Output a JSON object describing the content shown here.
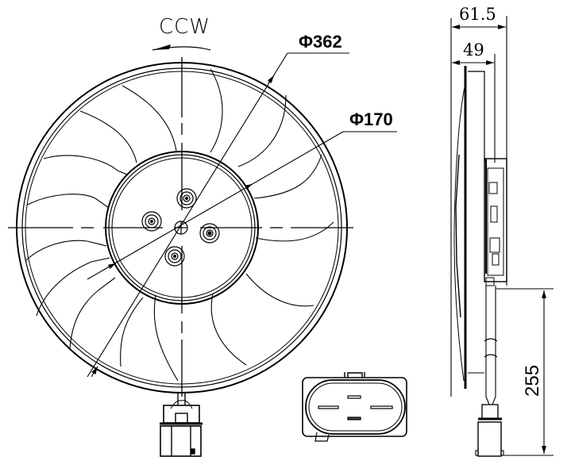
{
  "drawing": {
    "type": "technical-drawing",
    "subject": "radiator cooling fan assembly",
    "rotation_label": "CCW",
    "front_view": {
      "outer_diameter_label": "Φ362",
      "hub_diameter_label": "Φ170",
      "blade_count": 11,
      "mounting_points": 4
    },
    "side_view": {
      "overall_depth_label": "61.5",
      "fan_depth_label": "49",
      "cable_length_label": "255"
    },
    "connector_view": {
      "pin_count": 4
    }
  },
  "colors": {
    "line": "#000000",
    "background": "#ffffff"
  }
}
